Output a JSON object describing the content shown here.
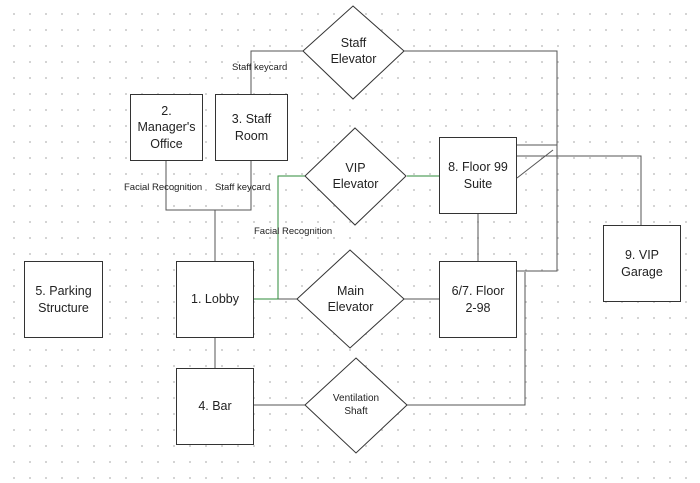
{
  "nodes": {
    "lobby": "1. Lobby",
    "managers_office": "2.\nManager's\nOffice",
    "staff_room": "3. Staff\nRoom",
    "bar": "4. Bar",
    "parking_structure": "5. Parking\nStructure",
    "floor_2_98": "6/7. Floor\n2-98",
    "floor_99_suite": "8. Floor 99\nSuite",
    "vip_garage": "9. VIP\nGarage",
    "staff_elevator": "Staff\nElevator",
    "vip_elevator": "VIP\nElevator",
    "main_elevator": "Main\nElevator",
    "ventilation_shaft": "Ventilation\nShaft"
  },
  "edge_labels": {
    "staff_keycard_top": "Staff keycard",
    "facial_recognition_office": "Facial Recognition",
    "staff_keycard_room": "Staff keycard",
    "facial_recognition_vip": "Facial Recognition"
  },
  "colors": {
    "line": "#555555",
    "vip_route": "#2e8b3a",
    "node_border": "#333333"
  }
}
